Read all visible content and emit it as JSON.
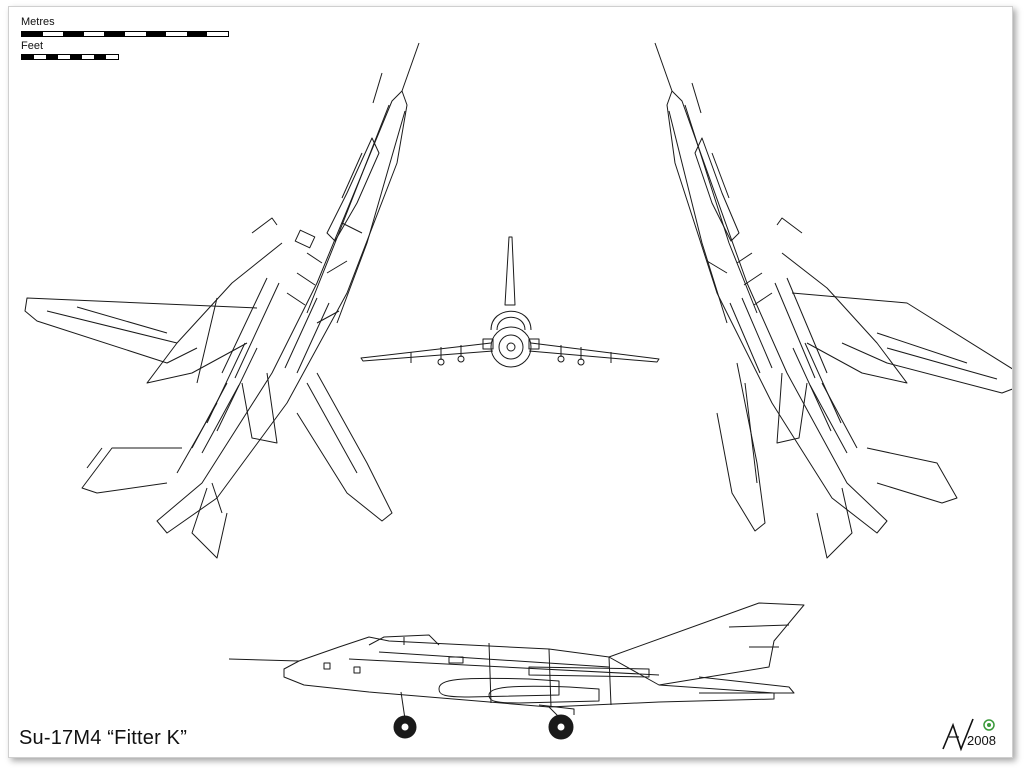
{
  "scale": {
    "metres_label": "Metres",
    "feet_label": "Feet"
  },
  "title": "Su-17M4 “Fitter K”",
  "signature": {
    "year": "2008",
    "mark_color": "#3a9a3a"
  },
  "colors": {
    "line": "#1a1a1a",
    "paper": "#ffffff"
  }
}
